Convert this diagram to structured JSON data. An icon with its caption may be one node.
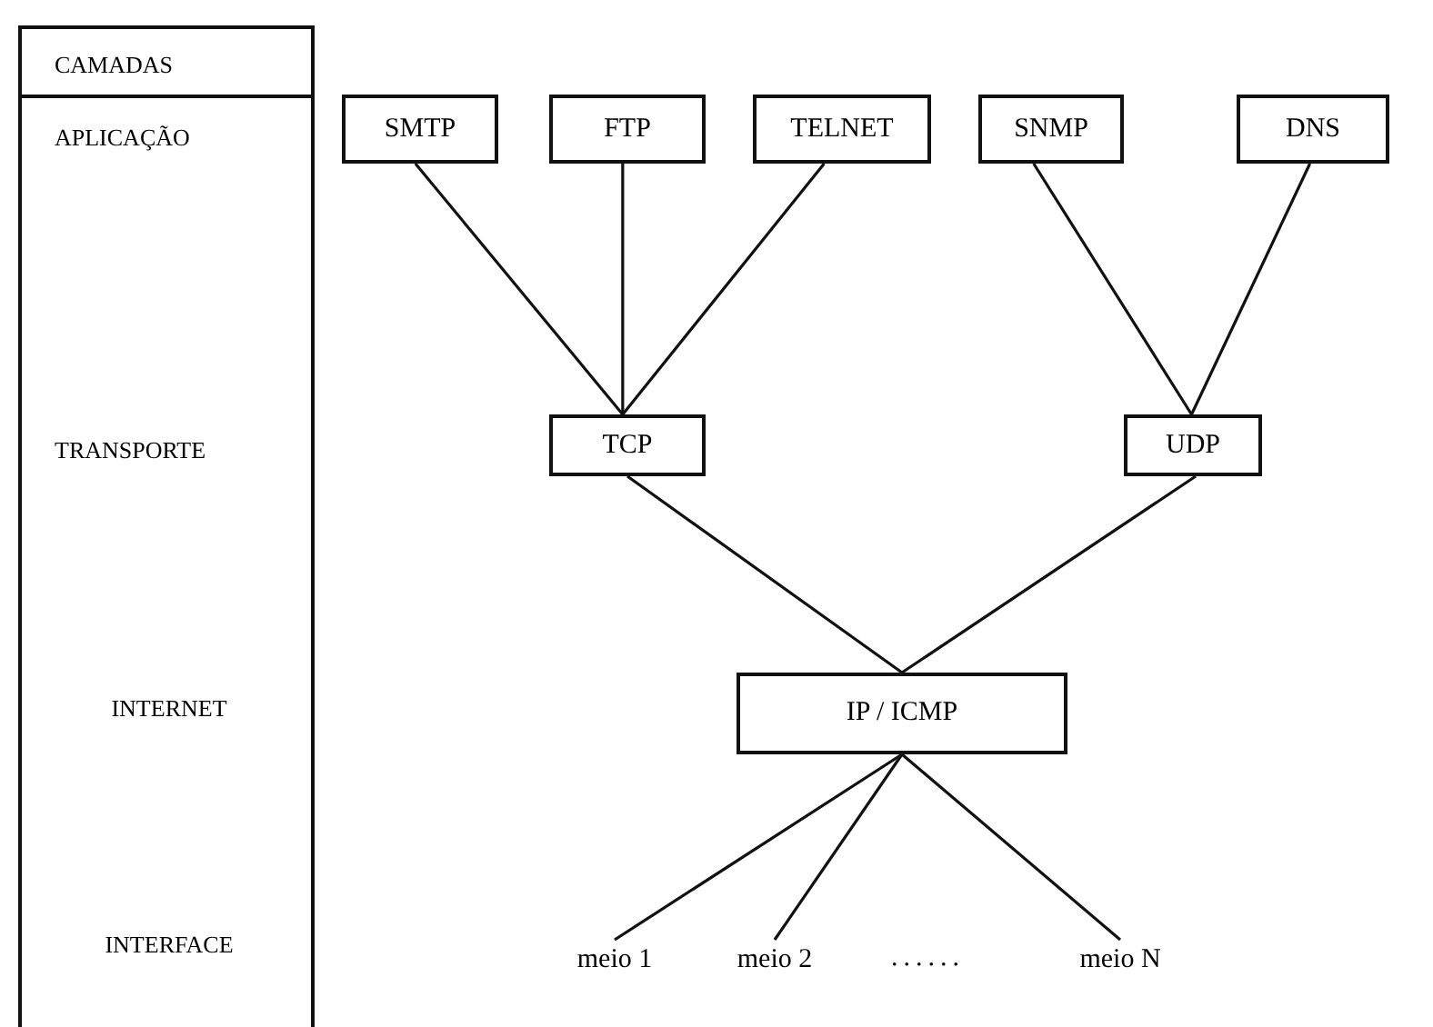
{
  "diagram": {
    "nodes": [
      {
        "text": [
          "CAMADAS",
          "APLICAÇÃO",
          "TRANSPORTE",
          "INTERNET",
          "INTERFACE"
        ]
      },
      {
        "text": [
          "SMTP"
        ]
      },
      {
        "text": [
          "FTP"
        ]
      },
      {
        "text": [
          "TELNET"
        ]
      },
      {
        "text": [
          "SNMP"
        ]
      },
      {
        "text": [
          "DNS"
        ]
      },
      {
        "text": [
          "TCP"
        ]
      },
      {
        "text": [
          "UDP"
        ]
      },
      {
        "text": [
          "IP / ICMP"
        ]
      },
      {
        "text": [
          "meio 1"
        ]
      },
      {
        "text": [
          "meio 2"
        ]
      },
      {
        "text": [
          "meio N"
        ]
      }
    ],
    "edges": [
      {
        "from": 1,
        "to": 6,
        "arrow": "none"
      },
      {
        "from": 2,
        "to": 6,
        "arrow": "none"
      },
      {
        "from": 3,
        "to": 6,
        "arrow": "none"
      },
      {
        "from": 4,
        "to": 7,
        "arrow": "none"
      },
      {
        "from": 5,
        "to": 7,
        "arrow": "none"
      },
      {
        "from": 6,
        "to": 8,
        "arrow": "none"
      },
      {
        "from": 7,
        "to": 8,
        "arrow": "none"
      },
      {
        "from": 8,
        "to": 9,
        "arrow": "none"
      },
      {
        "from": 8,
        "to": 10,
        "arrow": "none"
      },
      {
        "from": 8,
        "to": 11,
        "arrow": "none"
      }
    ],
    "labels": [
      "......"
    ]
  }
}
